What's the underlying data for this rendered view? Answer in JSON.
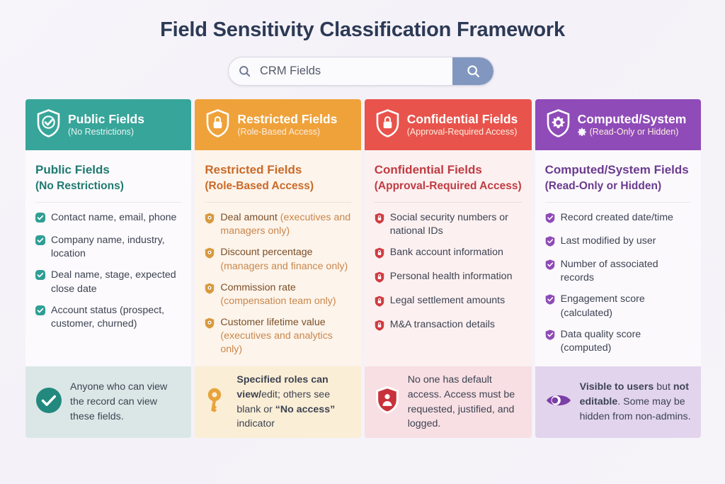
{
  "page_title": "Field Sensitivity Classification Framework",
  "search": {
    "value": "CRM Fields",
    "placeholder": "CRM Fields",
    "left_icon": "search-icon",
    "button_icon": "search-icon"
  },
  "columns": [
    {
      "key": "public",
      "header_title": "Public Fields",
      "header_sub": "(No Restrictions)",
      "header_icon": "shield-check-icon",
      "body_title": "Public Fields",
      "body_sub": "(No Restrictions)",
      "item_icon": "check-badge-icon",
      "items": [
        {
          "lead": "Contact name, email, phone",
          "muted": ""
        },
        {
          "lead": "Company name, industry, location",
          "muted": ""
        },
        {
          "lead": "Deal name, stage, expected close date",
          "muted": ""
        },
        {
          "lead": "Account status (prospect, customer, churned)",
          "muted": ""
        }
      ],
      "footer_icon": "check-circle-icon",
      "footer_parts": [
        {
          "text": "Anyone who can view the record can view these fields.",
          "bold": false
        }
      ],
      "accent": "#38a59b"
    },
    {
      "key": "restricted",
      "header_title": "Restricted Fields",
      "header_sub": "(Role-Based Access)",
      "header_icon": "shield-lock-icon",
      "body_title": "Restricted Fields",
      "body_sub": "(Role-Based Access)",
      "item_icon": "shield-lock-badge-icon",
      "items": [
        {
          "lead": "Deal amount ",
          "muted": "(executives and managers only)"
        },
        {
          "lead": "Discount percentage ",
          "muted": "(managers and finance only)"
        },
        {
          "lead": "Commission rate ",
          "muted": "(compensation team only)"
        },
        {
          "lead": "Customer lifetime value ",
          "muted": "(executives and analytics only)"
        }
      ],
      "footer_icon": "key-icon",
      "footer_parts": [
        {
          "text": "Specified roles can view/",
          "bold": true
        },
        {
          "text": "edit; others see blank or ",
          "bold": false
        },
        {
          "text": "“No access”",
          "bold": true
        },
        {
          "text": " indicator",
          "bold": false
        }
      ],
      "accent": "#efa13a"
    },
    {
      "key": "confidential",
      "header_title": "Confidential Fields",
      "header_sub": "(Approval-Required Access)",
      "header_icon": "shield-lock-icon",
      "body_title": "Confidential Fields",
      "body_sub": "(Approval-Required Access)",
      "item_icon": "shield-lock-badge-icon",
      "items": [
        {
          "lead": "Social security numbers or national IDs",
          "muted": ""
        },
        {
          "lead": "Bank account information",
          "muted": ""
        },
        {
          "lead": "Personal health information",
          "muted": ""
        },
        {
          "lead": "Legal settlement amounts",
          "muted": ""
        },
        {
          "lead": "M&A transaction details",
          "muted": ""
        }
      ],
      "footer_icon": "shield-person-icon",
      "footer_parts": [
        {
          "text": "No one has default access. Access must be requested, justified, and logged.",
          "bold": false
        }
      ],
      "accent": "#e8544c"
    },
    {
      "key": "computed",
      "header_title": "Computed/System",
      "header_sub": "(Read-Only or Hidden)",
      "header_icon": "shield-gear-icon",
      "header_sub_icon": "gear-icon",
      "body_title": "Computed/System Fields",
      "body_sub": "(Read-Only or Hidden)",
      "item_icon": "check-badge-icon",
      "items": [
        {
          "lead": "Record created date/time",
          "muted": ""
        },
        {
          "lead": "Last modified by user",
          "muted": ""
        },
        {
          "lead": "Number of associated records",
          "muted": ""
        },
        {
          "lead": "Engagement score (calculated)",
          "muted": ""
        },
        {
          "lead": "Data quality score (computed)",
          "muted": ""
        }
      ],
      "footer_icon": "eye-icon",
      "footer_parts": [
        {
          "text": "Visible to users",
          "bold": true
        },
        {
          "text": " but ",
          "bold": false
        },
        {
          "text": "not editable",
          "bold": true
        },
        {
          "text": ". Some may be hidden from non-admins.",
          "bold": false
        }
      ],
      "accent": "#8f4bb8"
    }
  ]
}
